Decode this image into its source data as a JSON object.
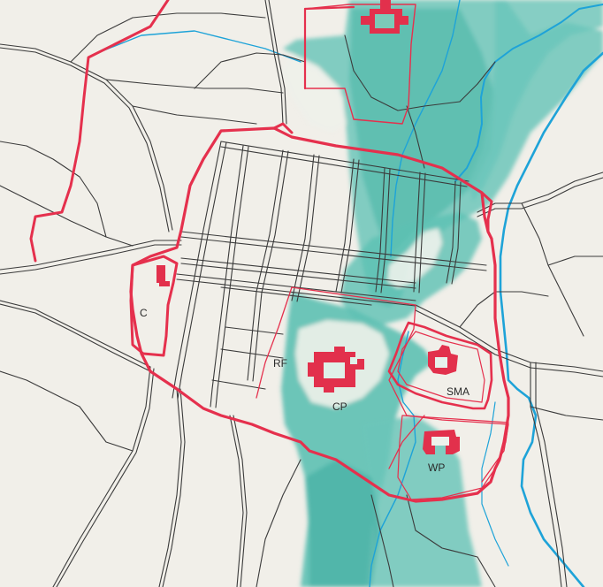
{
  "map": {
    "labels": {
      "c": "C",
      "rf": "RF",
      "cp": "CP",
      "sma": "SMA",
      "wp": "WP"
    },
    "colors": {
      "water": "#5cc0b4",
      "water_light": "#8fd6cc",
      "river_line": "#1aa2d8",
      "wall": "#e8314f",
      "road": "#3a3a3a",
      "paper": "#f1efe9"
    }
  }
}
